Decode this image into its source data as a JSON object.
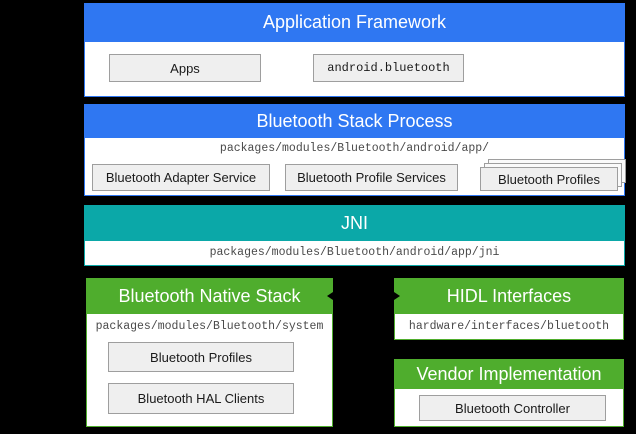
{
  "colors": {
    "background": "#000000",
    "framework_blue": "#2F77F2",
    "jni_teal": "#0BA8A8",
    "native_green": "#4FAD2D",
    "box_fill": "#EFEFEF",
    "box_border": "#9E9E9E",
    "path_text": "#4A4A4A",
    "header_text": "#FFFFFF"
  },
  "sections": {
    "app_framework": {
      "title": "Application Framework",
      "apps_label": "Apps",
      "api_label": "android.bluetooth"
    },
    "stack_process": {
      "title": "Bluetooth Stack Process",
      "path": "packages/modules/Bluetooth/android/app/",
      "adapter_service_label": "Bluetooth Adapter Service",
      "profile_services_label": "Bluetooth Profile Services",
      "profiles_label": "Bluetooth Profiles"
    },
    "jni": {
      "title": "JNI",
      "path": "packages/modules/Bluetooth/android/app/jni"
    },
    "native_stack": {
      "title": "Bluetooth Native Stack",
      "path": "packages/modules/Bluetooth/system",
      "profiles_label": "Bluetooth Profiles",
      "hal_clients_label": "Bluetooth HAL Clients"
    },
    "hidl": {
      "title": "HIDL Interfaces",
      "path": "hardware/interfaces/bluetooth"
    },
    "vendor": {
      "title": "Vendor Implementation",
      "controller_label": "Bluetooth Controller"
    }
  }
}
